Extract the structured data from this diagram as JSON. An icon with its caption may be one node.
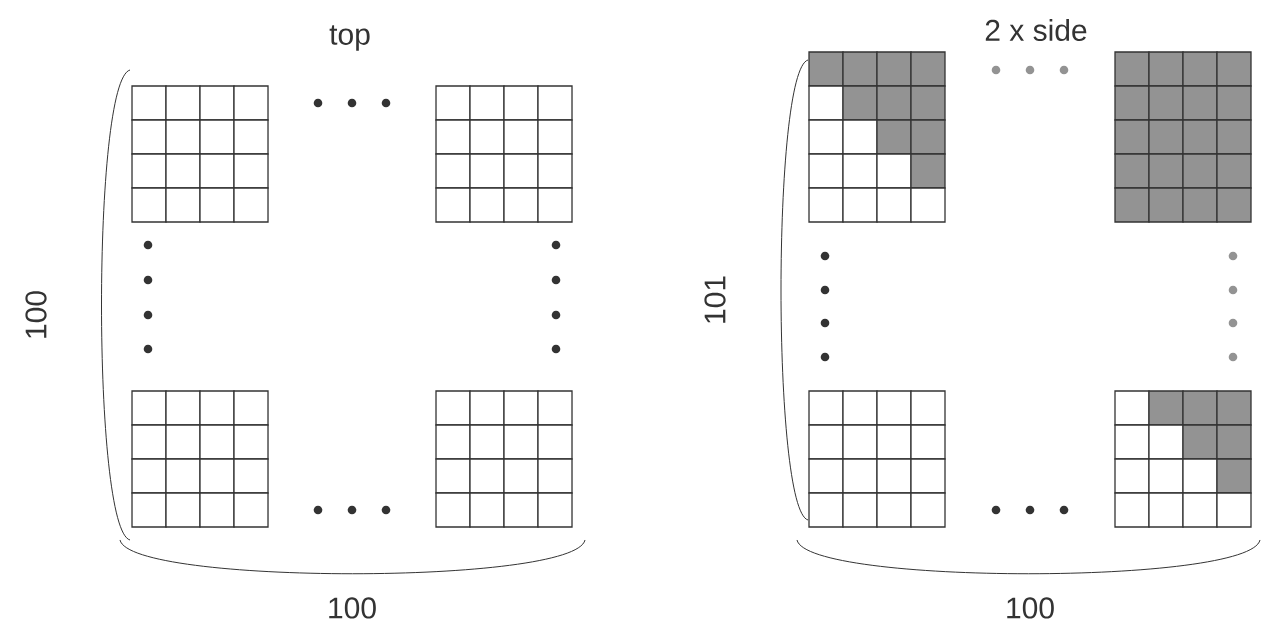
{
  "diagram": {
    "labels": [
      "top",
      "2 x side",
      "100",
      "101",
      "100",
      "100"
    ]
  }
}
